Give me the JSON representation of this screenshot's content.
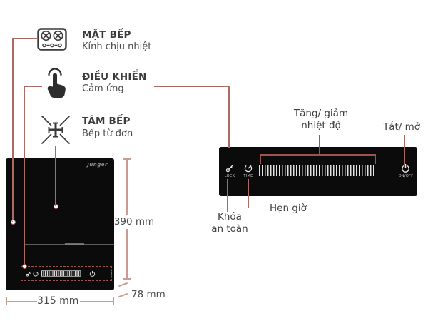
{
  "colors": {
    "connector": "#ad6a62",
    "dimension": "#cb9a92",
    "panel_bg": "#0b0b0b",
    "text_dark": "#3b3b3b"
  },
  "legend": {
    "items": [
      {
        "icon": "cooktop-surface-icon",
        "title": "MẶT BẾP",
        "subtitle": "Kính chịu nhiệt"
      },
      {
        "icon": "touch-control-icon",
        "title": "ĐIỀU KHIỂN",
        "subtitle": "Cảm ứng"
      },
      {
        "icon": "burner-center-icon",
        "title": "TÂM BẾP",
        "subtitle": "Bếp từ đơn"
      }
    ]
  },
  "cooktop": {
    "brand": "Junger",
    "dim_height": "390 mm",
    "dim_depth": "78 mm",
    "dim_width": "315 mm"
  },
  "control_panel": {
    "temp_label_1": "Tăng/ giảm",
    "temp_label_2": "nhiệt độ",
    "power_label": "Tắt/ mở",
    "lock_label_1": "Khóa",
    "lock_label_2": "an toàn",
    "timer_label": "Hẹn giờ",
    "btn_lock": "LOCK",
    "btn_time": "TIME",
    "btn_power": "ON/OFF"
  }
}
